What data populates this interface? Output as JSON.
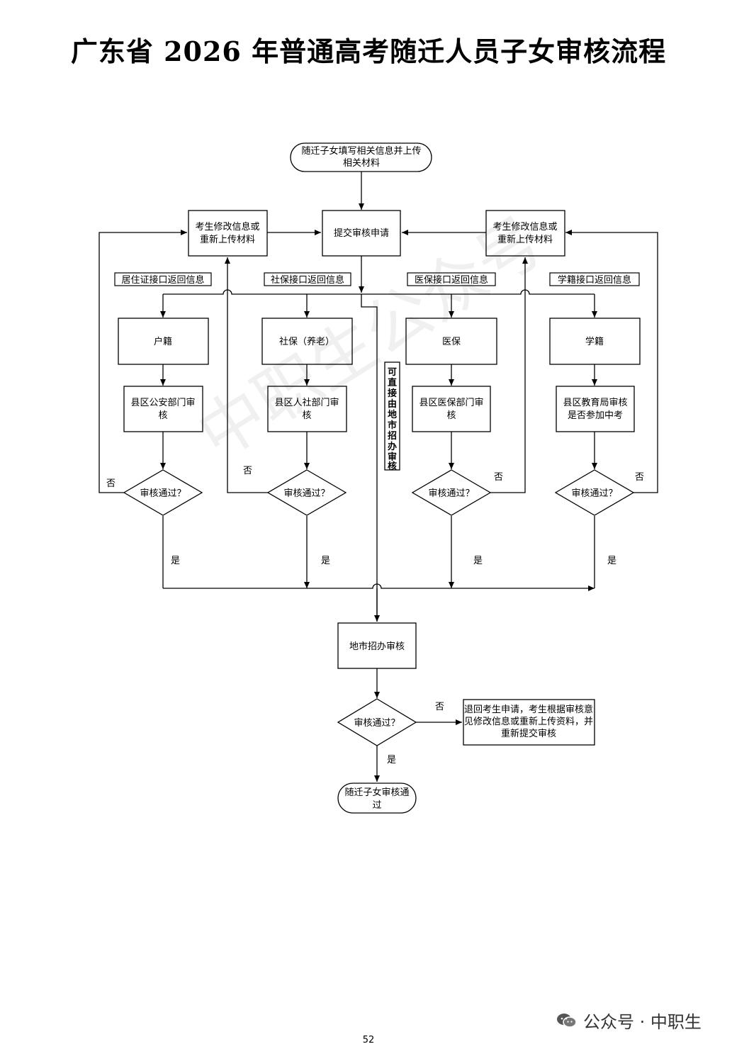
{
  "title": "广东省 2026 年普通高考随迁人员子女审核流程",
  "nodes": {
    "start": [
      "随迁子女填写相关信息并上传",
      "相关材料"
    ],
    "submit": [
      "提交审核申请"
    ],
    "modify_left": [
      "考生修改信息或",
      "重新上传材料"
    ],
    "modify_right": [
      "考生修改信息或",
      "重新上传材料"
    ],
    "hukou": [
      "户籍"
    ],
    "shebao": [
      "社保（养老）"
    ],
    "yibao": [
      "医保"
    ],
    "xueji": [
      "学籍"
    ],
    "police": [
      "县区公安部门审",
      "核"
    ],
    "hr": [
      "县区人社部门审",
      "核"
    ],
    "medical": [
      "县区医保部门审",
      "核"
    ],
    "edu": [
      "县区教育局审核",
      "是否参加中考"
    ],
    "d1": [
      "审核通过？"
    ],
    "d2": [
      "审核通过？"
    ],
    "d3": [
      "审核通过？"
    ],
    "d4": [
      "审核通过？"
    ],
    "direct": [
      "可",
      "直",
      "接",
      "由",
      "地",
      "市",
      "招",
      "办",
      "审",
      "核"
    ],
    "city": [
      "地市招办审核"
    ],
    "d5": [
      "审核通过？"
    ],
    "reject": [
      "退回考生申请，考生根据审核意",
      "见修改信息或重新上传资料，并",
      "重新提交审核"
    ],
    "end": [
      "随迁子女审核通",
      "过"
    ]
  },
  "labels": {
    "juzhu": [
      "居住证接口返回信息"
    ],
    "shebao_api": [
      "社保接口返回信息"
    ],
    "yibao_api": [
      "医保接口返回信息"
    ],
    "xueji_api": [
      "学籍接口返回信息"
    ]
  },
  "edge_labels": {
    "yes": "是",
    "no": "否"
  },
  "watermark": "中职生公众号",
  "footer": {
    "wechat": "公众号 · 中职生",
    "page_number": "52"
  }
}
